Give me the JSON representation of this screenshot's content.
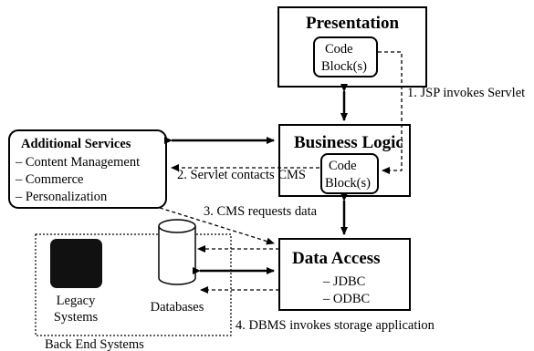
{
  "presentation": {
    "title": "Presentation",
    "code_line1": "Code",
    "code_line2": "Block(s)"
  },
  "business_logic": {
    "title": "Business Logic",
    "code_line1": "Code",
    "code_line2": "Block(s)"
  },
  "data_access": {
    "title": "Data Access",
    "items": [
      "– JDBC",
      "– ODBC"
    ]
  },
  "additional_services": {
    "title": "Additional Services",
    "items": [
      "– Content Management",
      "– Commerce",
      "– Personalization"
    ]
  },
  "back_end": {
    "legacy_line1": "Legacy",
    "legacy_line2": "Systems",
    "databases": "Databases",
    "group_label": "Back End Systems"
  },
  "steps": {
    "step1": "1. JSP invokes Servlet",
    "step2": "2. Servlet contacts CMS",
    "step3": "3. CMS requests data",
    "step4": "4. DBMS invokes storage application"
  }
}
